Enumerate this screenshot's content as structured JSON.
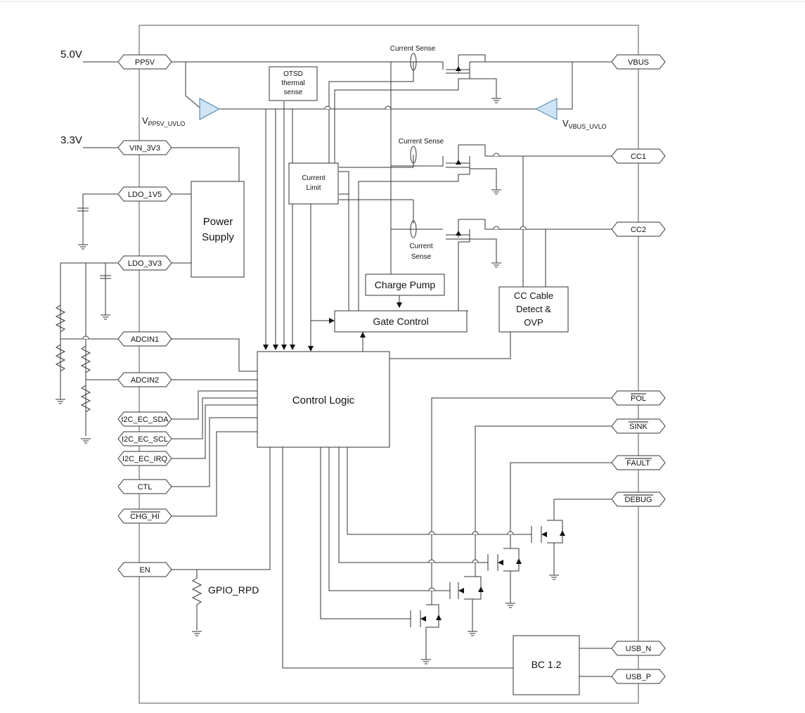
{
  "supplies": {
    "v5": "5.0V",
    "v33": "3.3V"
  },
  "pins_left": {
    "pp5v": "PP5V",
    "vin_3v3": "VIN_3V3",
    "ldo_1v5": "LDO_1V5",
    "ldo_3v3": "LDO_3V3",
    "adcin1": "ADCIN1",
    "adcin2": "ADCIN2",
    "i2c_sda": "I2C_EC_SDA",
    "i2c_scl": "I2C_EC_SCL",
    "i2c_irq": "I2C_EC_IRQ",
    "ctl": "CTL",
    "chg_hi": "CHG_HI",
    "en": "EN"
  },
  "pins_right": {
    "vbus": "VBUS",
    "cc1": "CC1",
    "cc2": "CC2",
    "pol": "POL",
    "sink": "SINK",
    "fault": "FAULT",
    "debug": "DEBUG",
    "usb_n": "USB_N",
    "usb_p": "USB_P"
  },
  "blocks": {
    "otsd": [
      "OTSD",
      "thermal",
      "sense"
    ],
    "current_limit": [
      "Current",
      "Limit"
    ],
    "power_supply": [
      "Power",
      "Supply"
    ],
    "charge_pump": "Charge Pump",
    "gate_control": "Gate Control",
    "cc_detect": [
      "CC Cable",
      "Detect &",
      "OVP"
    ],
    "control_logic": "Control Logic",
    "bc12": "BC 1.2"
  },
  "labels": {
    "current_sense_1": "Current Sense",
    "current_sense_2": "Current Sense",
    "current_sense_3": [
      "Current",
      "Sense"
    ],
    "uvlo_pp5v_main": "V",
    "uvlo_pp5v_sub": "PP5V_UVLO",
    "uvlo_vbus_main": "V",
    "uvlo_vbus_sub": "VBUS_UVLO",
    "gpio_rpd": "GPIO_RPD"
  },
  "colors": {
    "uvlo_buffer_fill": "#cfe4f4",
    "uvlo_buffer_stroke": "#4a7fa8"
  }
}
